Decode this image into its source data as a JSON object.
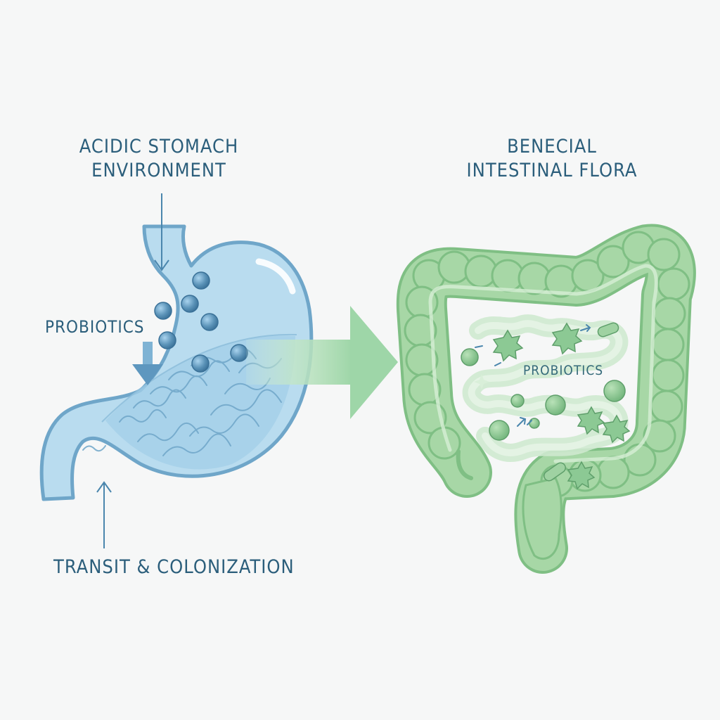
{
  "labels": {
    "acidic_stomach_line1": "ACIDIC STOMACH",
    "acidic_stomach_line2": "ENVIRONMENT",
    "flora_line1": "BENECIAL",
    "flora_line2": "INTESTINAL FLORA",
    "probiotics_left": "PROBIOTICS",
    "probiotics_right": "PROBIOTICS",
    "transit": "TRANSIT & COLONIZATION"
  },
  "colors": {
    "background": "#f6f7f7",
    "stomach_fill": "#b9dcef",
    "stomach_outline": "#6fa6c9",
    "probiotic_bead": "#5b93b8",
    "intestine_fill": "#a7d7a6",
    "intestine_outline": "#7fbf84",
    "label_text": "#2b5e7b"
  },
  "icons": {
    "stomach": "stomach-icon",
    "intestine": "intestine-icon",
    "transit_arrow": "arrow-right-icon"
  }
}
